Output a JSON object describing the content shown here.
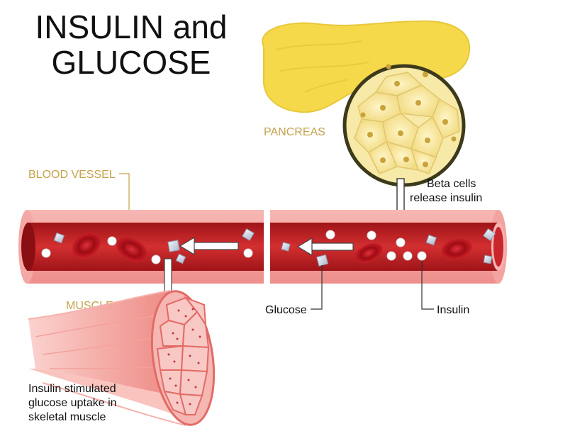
{
  "title": {
    "line1": "INSULIN and",
    "line2": "GLUCOSE"
  },
  "labels": {
    "pancreas": "PANCREAS",
    "blood_vessel": "BLOOD VESSEL",
    "muscle": "MUSCLE",
    "beta_cells_1": "Beta cells",
    "beta_cells_2": "release insulin",
    "glucose": "Glucose",
    "insulin": "Insulin",
    "uptake_1": "Insulin stimulated",
    "uptake_2": "glucose uptake in",
    "uptake_3": "skeletal muscle"
  },
  "colors": {
    "label_gold": "#c5a24a",
    "vessel_wall": "#f0a0a0",
    "vessel_lumen": "#c8262b",
    "red_cell": "#b3121c",
    "pancreas": "#f5d94a",
    "muscle": "#f0857f",
    "text": "#111111"
  },
  "icons": {
    "arrow_pancreas_down": "arrow-down-icon",
    "arrow_vessel_right": "arrow-left-icon",
    "arrow_vessel_left": "arrow-left-icon",
    "arrow_to_muscle": "arrow-down-icon"
  }
}
